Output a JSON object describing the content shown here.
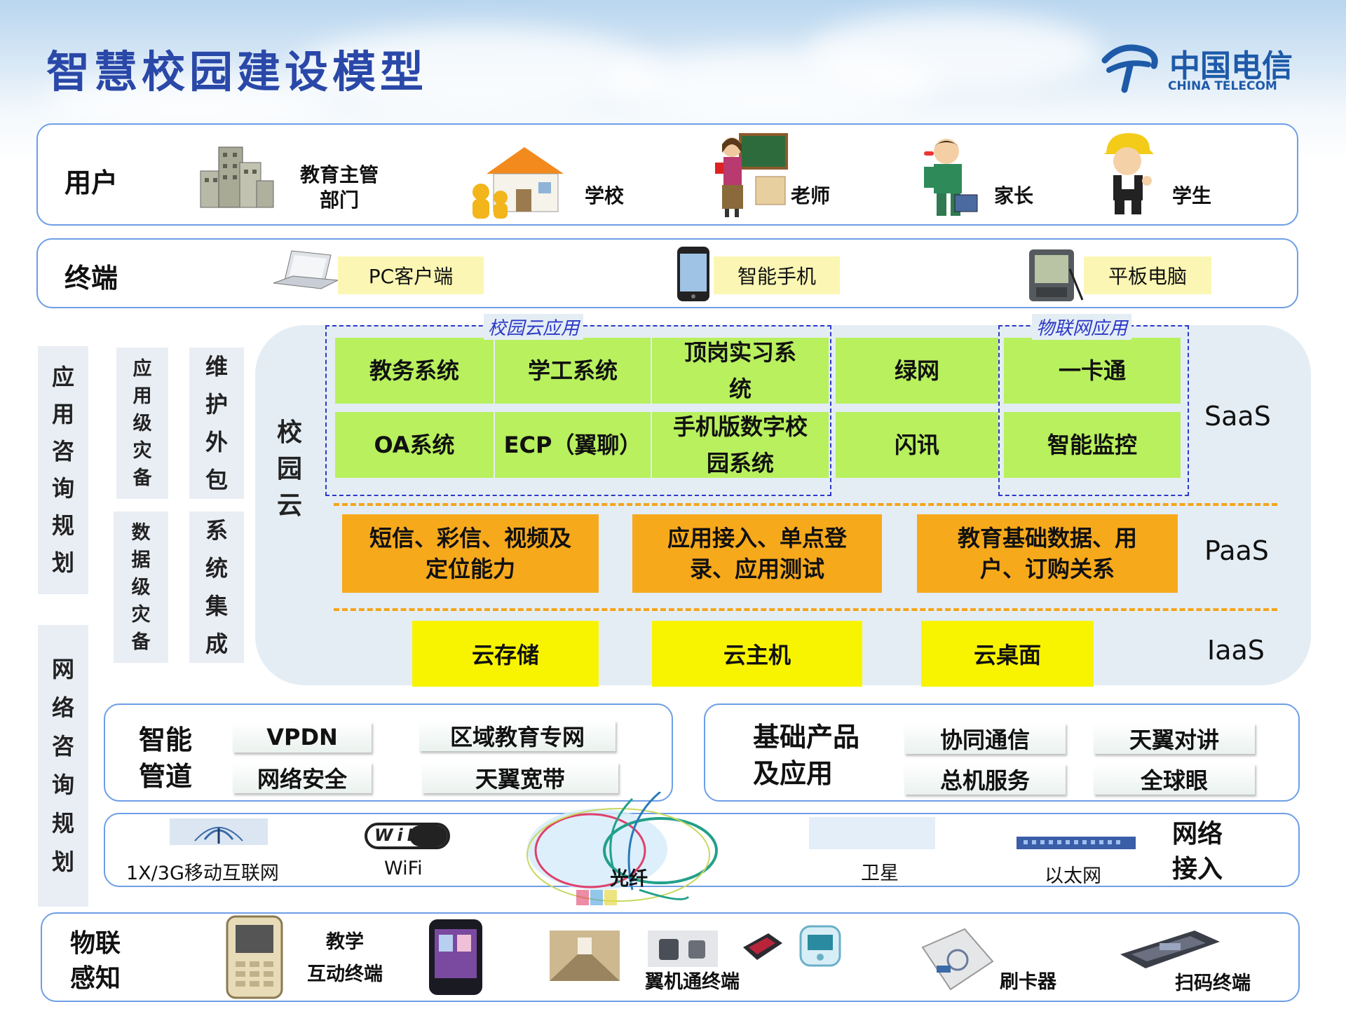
{
  "header": {
    "title": "智慧校园建设模型",
    "logo_cn": "中国电信",
    "logo_en": "CHINA TELECOM"
  },
  "users": {
    "label": "用户",
    "items": [
      {
        "line1": "教育主管",
        "line2": "部门",
        "icon": "office-building-icon"
      },
      {
        "line1": "学校",
        "icon": "school-house-icon"
      },
      {
        "line1": "老师",
        "icon": "teacher-icon"
      },
      {
        "line1": "家长",
        "icon": "parent-icon"
      },
      {
        "line1": "学生",
        "icon": "student-icon"
      }
    ]
  },
  "terminals": {
    "label": "终端",
    "items": [
      {
        "label": "PC客户端",
        "icon": "laptop-icon"
      },
      {
        "label": "智能手机",
        "icon": "smartphone-icon"
      },
      {
        "label": "平板电脑",
        "icon": "tablet-icon"
      }
    ]
  },
  "left_side": {
    "app_consult": [
      "应",
      "用",
      "咨",
      "询",
      "规",
      "划"
    ],
    "net_consult": [
      "网",
      "络",
      "咨",
      "询",
      "规",
      "划"
    ],
    "app_backup": [
      "应",
      "用",
      "级",
      "灾",
      "备"
    ],
    "data_backup": [
      "数",
      "据",
      "级",
      "灾",
      "备"
    ],
    "outsource": [
      "维",
      "护",
      "外",
      "包"
    ],
    "integration": [
      "系",
      "统",
      "集",
      "成"
    ]
  },
  "campus_cloud": {
    "label": [
      "校",
      "园",
      "云"
    ],
    "campus_apps_title": "校园云应用",
    "iot_apps_title": "物联网应用",
    "saas": {
      "label": "SaaS",
      "row1": [
        "教务系统",
        "学工系统",
        "顶岗实习系统",
        "绿网",
        "一卡通"
      ],
      "row2": [
        "OA系统",
        "ECP（翼聊）",
        "手机版数字校园系统",
        "闪讯",
        "智能监控"
      ]
    },
    "paas": {
      "label": "PaaS",
      "items": [
        "短信、彩信、视频及定位能力",
        "应用接入、单点登录、应用测试",
        "教育基础数据、用户、订购关系"
      ]
    },
    "iaas": {
      "label": "IaaS",
      "items": [
        "云存储",
        "云主机",
        "云桌面"
      ]
    }
  },
  "smart_pipe": {
    "label_line1": "智能",
    "label_line2": "管道",
    "items": [
      "VPDN",
      "区域教育专网",
      "网络安全",
      "天翼宽带"
    ]
  },
  "basic_products": {
    "label_line1": "基础产品",
    "label_line2": "及应用",
    "items": [
      "协同通信",
      "天翼对讲",
      "总机服务",
      "全球眼"
    ]
  },
  "network_access": {
    "label_line1": "网络",
    "label_line2": "接入",
    "items": [
      {
        "label": "1X/3G移动互联网",
        "icon": "cell-tower-icon"
      },
      {
        "label": "WiFi",
        "icon": "wifi-logo-icon"
      },
      {
        "label": "光纤",
        "icon": "fiber-optic-icon"
      },
      {
        "label": "卫星",
        "icon": "satellite-icon"
      },
      {
        "label": "以太网",
        "icon": "ethernet-switch-icon"
      }
    ],
    "wifi_logo_text": "WiFi"
  },
  "iot": {
    "label_line1": "物联",
    "label_line2": "感知",
    "items": [
      {
        "line1": "教学",
        "line2": "互动终端"
      },
      {
        "line1": "翼机通终端"
      },
      {
        "line1": "刷卡器"
      },
      {
        "line1": "扫码终端"
      }
    ]
  },
  "colors": {
    "title_blue": "#2a48a8",
    "band_border": "#6d9ee6",
    "saas_green": "#b8f05e",
    "paas_orange": "#f7a91c",
    "iaas_yellow": "#f8f400",
    "terminal_yellow": "#fbf6b4",
    "dash_blue": "#2c38c8"
  }
}
